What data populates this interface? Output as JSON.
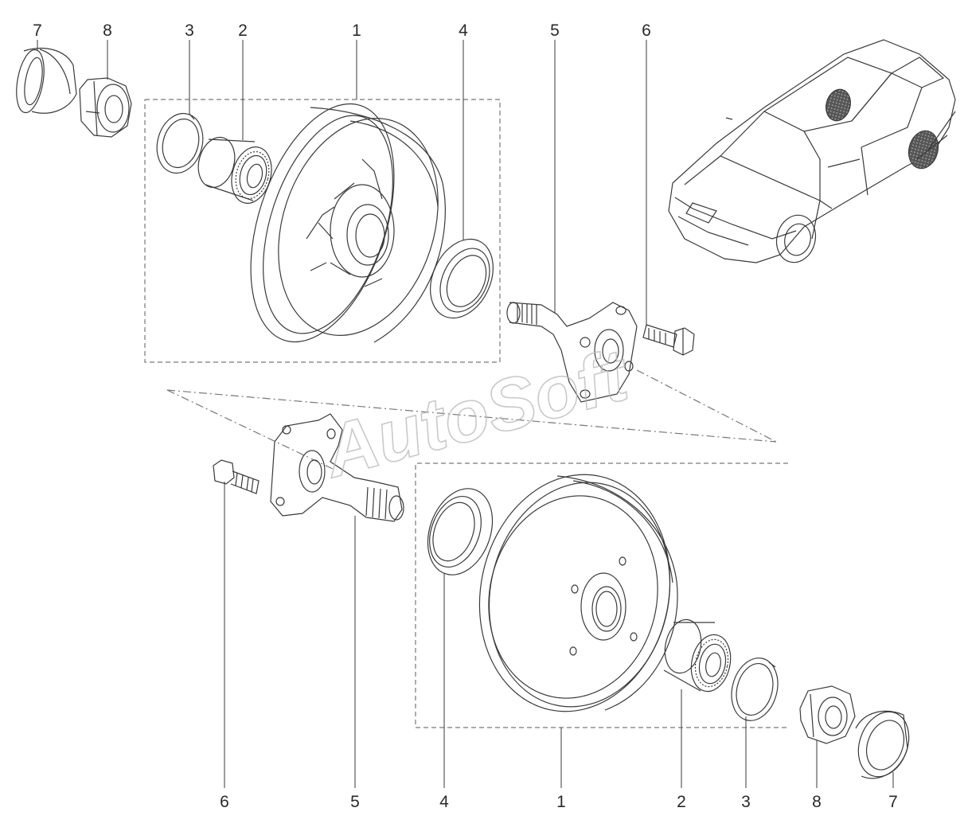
{
  "diagram": {
    "watermark": "AutoSoft",
    "part_numbers": {
      "top": [
        "7",
        "8",
        "3",
        "2",
        "1",
        "4",
        "5",
        "6"
      ],
      "bottom": [
        "6",
        "5",
        "4",
        "1",
        "2",
        "3",
        "8",
        "7"
      ]
    },
    "colors": {
      "line": "#3a3a3a",
      "dash": "#777777",
      "watermark": "#b8b8b8"
    }
  }
}
